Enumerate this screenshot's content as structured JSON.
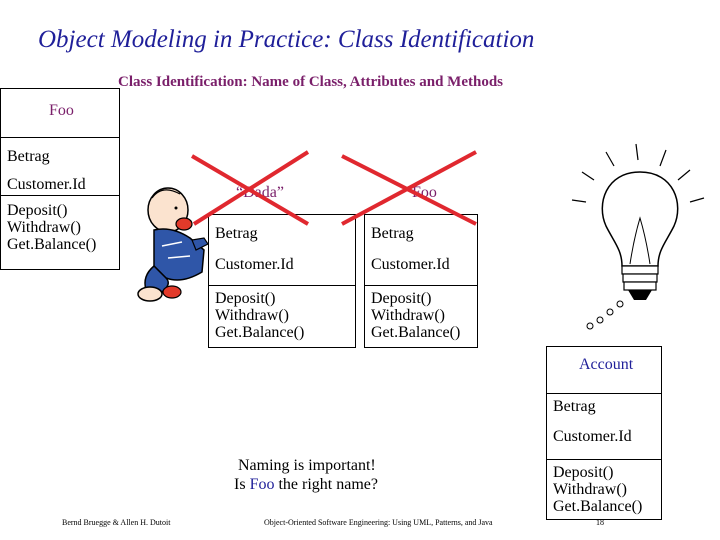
{
  "slide": {
    "title": "Object Modeling in Practice: Class Identification",
    "subtitle": "Class Identification: Name of Class, Attributes and Methods"
  },
  "foo_class": {
    "name": "Foo",
    "attributes": [
      "Betrag",
      "Customer.Id"
    ],
    "methods": [
      "Deposit()",
      "Withdraw()",
      "Get.Balance()"
    ]
  },
  "crossed_class_1": {
    "name": "“Dada”",
    "attributes": [
      "Betrag",
      "Customer.Id"
    ],
    "methods": [
      "Deposit()",
      "Withdraw()",
      "Get.Balance()"
    ]
  },
  "crossed_class_2": {
    "name": "Foo",
    "attributes": [
      "Betrag",
      "Customer.Id"
    ],
    "methods": [
      "Deposit()",
      "Withdraw()",
      "Get.Balance()"
    ]
  },
  "account_class": {
    "name": "Account",
    "attributes": [
      "Betrag",
      "Customer.Id"
    ],
    "methods": [
      "Deposit()",
      "Withdraw()",
      "Get.Balance()"
    ]
  },
  "note": {
    "line1": "Naming is important!",
    "line2_prefix": "Is",
    "line2_highlight": "Foo",
    "line2_suffix": "the right name?"
  },
  "footer": {
    "authors": "Bernd Bruegge & Allen H. Dutoit",
    "book": "Object-Oriented Software Engineering: Using UML, Patterns, and Java",
    "page": "18"
  },
  "colors": {
    "title": "#1f1f99",
    "class_name": "#7a1f6a",
    "cross": "#e0282f",
    "highlight": "#1f1f99"
  },
  "icons": [
    "thinking-person-icon",
    "lightbulb-icon",
    "cross-out-icon"
  ]
}
